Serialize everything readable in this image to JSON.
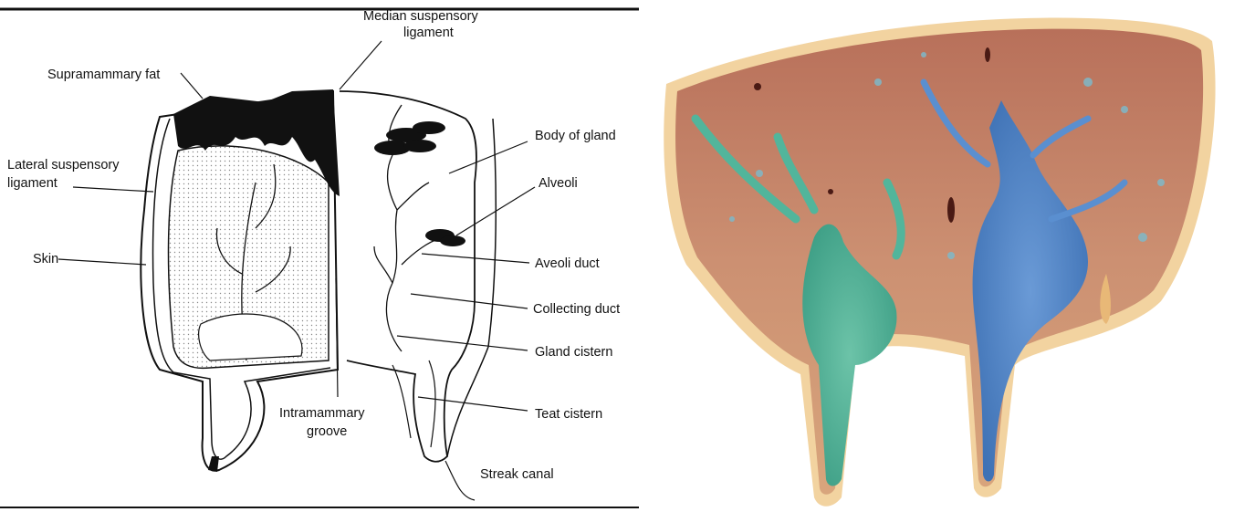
{
  "diagram": {
    "labels": {
      "median_suspensory": [
        "Median suspensory",
        "ligament"
      ],
      "supramammary_fat": "Supramammary fat",
      "lateral_suspensory": [
        "Lateral suspensory",
        "ligament"
      ],
      "skin": "Skin",
      "intramammary_groove": [
        "Intramammary",
        "groove"
      ],
      "body_of_gland": "Body of gland",
      "alveoli": "Alveoli",
      "aveoli_duct": "Aveoli duct",
      "collecting_duct": "Collecting duct",
      "gland_cistern": "Gland cistern",
      "teat_cistern": "Teat cistern",
      "streak_canal": "Streak canal"
    }
  },
  "photo": {
    "colors": {
      "tissue": "#c98a6a",
      "green_cast": "#4fb59a",
      "blue_cast": "#4f86c9",
      "skin": "#f2d3a0"
    }
  }
}
